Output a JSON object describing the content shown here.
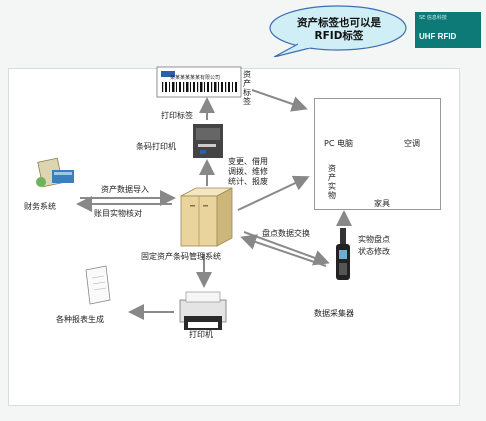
{
  "callout": {
    "text": "资产标签也可以是RFID标签"
  },
  "logo": {
    "small": "SE 信息科技",
    "main": "UHF RFID"
  },
  "barcode": {
    "tiny_text": "某某某某某某有限公司"
  },
  "nodes": {
    "asset_tag": "资产标签",
    "print_tag": "打印标签",
    "barcode_printer": "条码打印机",
    "finance": "财务系统",
    "system": "固定资产条码管理系统",
    "printer": "打印机",
    "reports": "各种报表生成",
    "collector": "数据采集器",
    "pc": "PC 电脑",
    "ac": "空调",
    "furniture": "家具",
    "physical_assets": "资产实物"
  },
  "edges": {
    "import": "资产数据导入",
    "reconcile": "账目实物核对",
    "ops": [
      "变更、借用",
      "调拨、维修",
      "统计、报废"
    ],
    "exchange": "盘点数据交换",
    "inventory": [
      "实物盘点",
      "状态修改"
    ]
  }
}
